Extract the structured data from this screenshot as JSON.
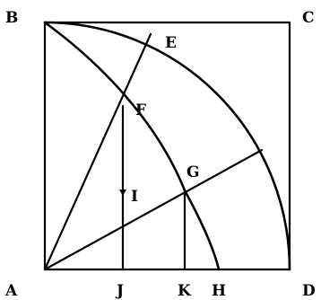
{
  "diagram": {
    "labels": {
      "A": "A",
      "B": "B",
      "C": "C",
      "D": "D",
      "E": "E",
      "F": "F",
      "G": "G",
      "I": "I",
      "J": "J",
      "K": "K",
      "H": "H"
    },
    "colors": {
      "ink": "#000000",
      "background": "#ffffff"
    }
  }
}
